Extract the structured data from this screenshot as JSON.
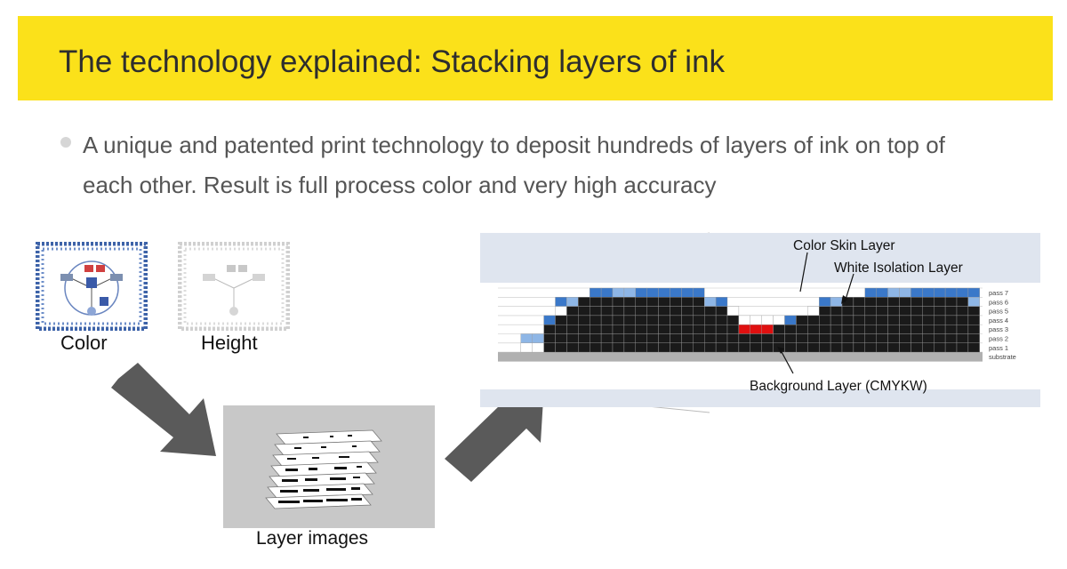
{
  "slide": {
    "title": "The technology explained: Stacking layers of ink",
    "bullet": "A unique and patented print technology to deposit hundreds of layers of ink on top of each other. Result is full process color and very high accuracy"
  },
  "inputs": {
    "color_label": "Color",
    "height_label": "Height"
  },
  "output": {
    "layers_label": "Layer images"
  },
  "diagram": {
    "annotations": {
      "color_skin": "Color Skin Layer",
      "white_isolation": "White Isolation Layer",
      "background": "Background Layer (CMYKW)"
    },
    "row_labels": [
      "pass 7",
      "pass 6",
      "pass 5",
      "pass 4",
      "pass 3",
      "pass 2",
      "pass 1",
      "substrate"
    ],
    "colors": {
      "title_bar": "#fbe11a",
      "background_ink": "#1a1a1a",
      "color_skin_dark": "#3a78c9",
      "color_skin_light": "#8eb6e6",
      "accent_red": "#e01010",
      "substrate": "#b0b0b0"
    }
  }
}
